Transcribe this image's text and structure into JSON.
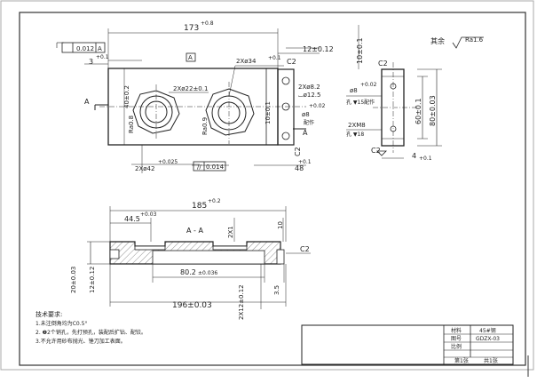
{
  "drawing": {
    "flatness_label": "0.012",
    "flatness_datum": "A",
    "top_overall_dim": "173",
    "top_overall_tol": "+0.8",
    "left_step_dim": "3",
    "left_step_tol": "+0.1",
    "datum_box_label": "A",
    "counterbore_callout": "2Xø34",
    "counterbore_tol": "+0.1",
    "bore_callout": "2Xø22±0.1",
    "c2_top": "C2",
    "right_slot_width": "12±0.12",
    "height_vert_dim": "40±0.2",
    "left_section_mark": "A",
    "ra_left": "Ra0.8",
    "ra_right": "Ra0.9",
    "hole_callout_1": "2Xø8.2",
    "hole_callout_2": "⌴ø12.5",
    "hole_tol_mark": "+0.02",
    "pin_callout": "ø8",
    "pin_note": "配作",
    "vert_dim_center": "10±0.1",
    "c2_side": "C2",
    "a_side_mark": "A",
    "bottom_hole_dim": "2Xø42",
    "bottom_hole_tol": "+0.025",
    "parallel_value": "0.014",
    "right_small_dim": "48",
    "right_small_tol": "+0.1",
    "side_top_dim": "10±0.1",
    "rest_label": "其余",
    "rest_ra": "Ra1.6",
    "side_c2_top": "C2",
    "side_pin_dim": "ø8",
    "side_pin_tol": "+0.02",
    "side_pin_note": "孔 ▼15配作",
    "side_thread": "2XM8",
    "side_thread_note": "孔 ▼18",
    "side_dim_60": "60±0.1",
    "side_dim_80": "80±0.03",
    "side_c2_bot": "C2",
    "side_bottom_dim": "4",
    "side_bottom_tol": "+0.1",
    "section_overall": "185",
    "section_overall_tol": "+0.2",
    "section_left_dim": "44.5",
    "section_left_tol": "+0.03",
    "section_label": "A - A",
    "section_2x1": "2X1",
    "section_10": "10",
    "section_c2": "C2",
    "section_slot": "80.2",
    "section_slot_tol": "±0.036",
    "section_h20": "20±0.03",
    "section_h12": "12±0.12",
    "section_h12_center": "2X12±0.12",
    "section_h35": "3.5",
    "section_bottom": "196±0.03"
  },
  "notes": {
    "title": "技术要求:",
    "line1": "1.未注倒角均为C0.5°",
    "line2": "2. ❷2个销孔，先打预孔，装配后扩钻、配铰。",
    "line3": "3.不允许用砂布抛光、锉刀加工表面。"
  },
  "titleblock": {
    "material_label": "材料",
    "material_value": "45#钢",
    "drawing_no_label": "图号",
    "drawing_no_value": "GDZX-03",
    "scale_label": "比例",
    "scale_value": "",
    "sheet_label": "第1张",
    "total_label": "共1张"
  }
}
